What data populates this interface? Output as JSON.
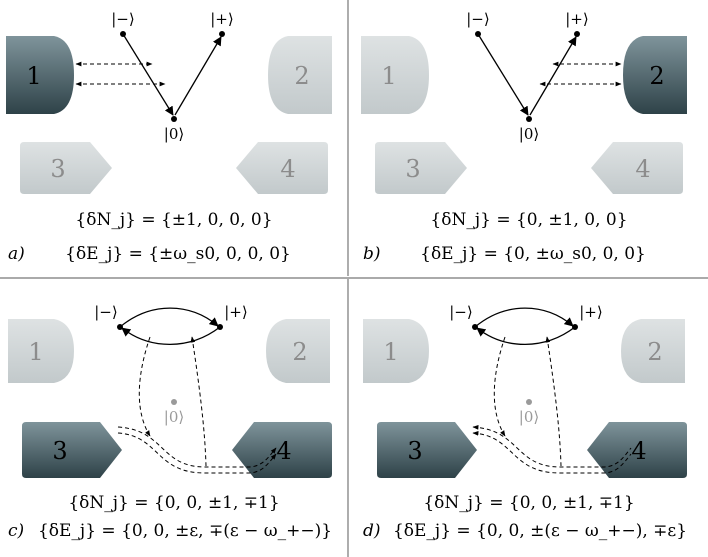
{
  "panels": [
    {
      "id": "a",
      "label": "a)",
      "active": [
        1
      ],
      "mode": "ground",
      "delta_n": "{δN_j} = {±1, 0, 0, 0}",
      "delta_e": "{δE_j} = {±ω_s0, 0, 0, 0}"
    },
    {
      "id": "b",
      "label": "b)",
      "active": [
        2
      ],
      "mode": "ground",
      "delta_n": "{δN_j} = {0, ±1, 0, 0}",
      "delta_e": "{δE_j} = {0, ±ω_s0, 0, 0}"
    },
    {
      "id": "c",
      "label": "c)",
      "active": [
        3,
        4
      ],
      "mode": "cotunnel",
      "delta_n": "{δN_j} = {0, 0, ±1, ∓1}",
      "delta_e": "{δE_j} = {0, 0, ±ε, ∓(ε − ω_+−)}"
    },
    {
      "id": "d",
      "label": "d)",
      "active": [
        3,
        4
      ],
      "mode": "cotunnel",
      "delta_n": "{δN_j} = {0, 0, ±1, ∓1}",
      "delta_e": "{δE_j} = {0, 0, ±(ε − ω_+−), ∓ε}"
    }
  ],
  "lead_labels": [
    "1",
    "2",
    "3",
    "4"
  ],
  "state_labels": {
    "minus": "|−⟩",
    "plus": "|+⟩",
    "zero": "|0⟩"
  },
  "colors": {
    "lead_active_top": "#7f949b",
    "lead_active_bottom": "#2e4248",
    "lead_inactive_top": "#dee2e3",
    "lead_inactive_bottom": "#c2c9cb",
    "divider": "#777777"
  }
}
